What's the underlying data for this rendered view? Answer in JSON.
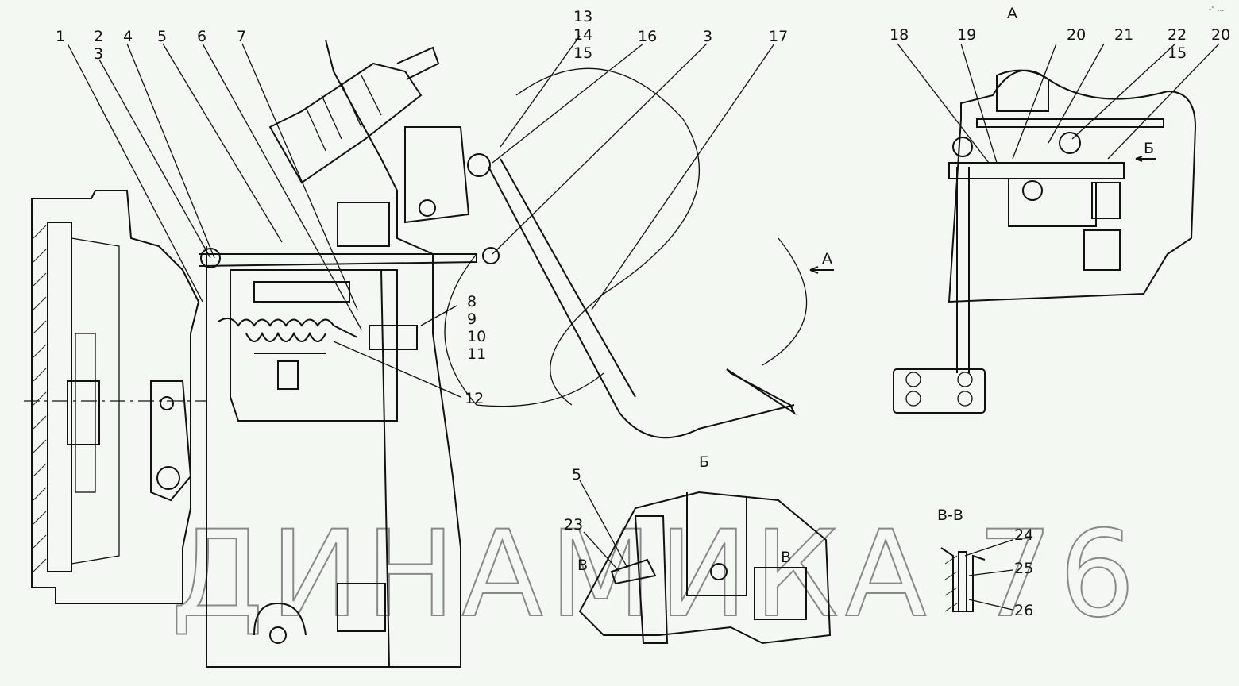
{
  "labels": [
    "1",
    "2",
    "3",
    "4",
    "5",
    "6",
    "7",
    "13",
    "14",
    "15",
    "16",
    "3",
    "17",
    "8",
    "9",
    "10",
    "11",
    "12"
  ],
  "view_a": {
    "title": "А",
    "arrow_label": "А",
    "labels": [
      "18",
      "19",
      "20",
      "21",
      "22",
      "15",
      "20"
    ],
    "arrow_b": "Б"
  },
  "view_b": {
    "title": "Б",
    "labels": [
      "5",
      "23"
    ],
    "section_mark_left": "В",
    "section_mark_right": "В"
  },
  "section_vv": {
    "title": "В-В",
    "labels": [
      "24",
      "25",
      "26"
    ]
  },
  "watermark": "ДИНАМИКА 76",
  "corner_mark": "-° ..."
}
